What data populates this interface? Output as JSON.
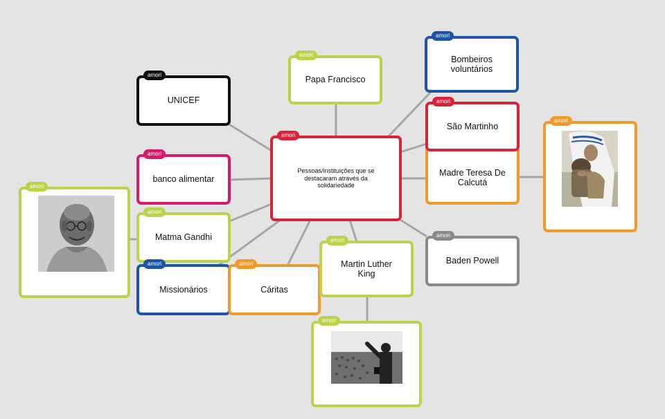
{
  "colors": {
    "red": "#d9233a",
    "lime": "#bcd24a",
    "black": "#111111",
    "blue": "#1d56a8",
    "orange": "#ef9a2a",
    "magenta": "#d8196e",
    "gray": "#8a8a8a",
    "connector": "#a6a6a6"
  },
  "badge_text": "amori",
  "center": {
    "text": "Pessoas/instituições que se destacaram através da solidariedade"
  },
  "nodes": {
    "papa_francisco": "Papa Francisco",
    "bombeiros": "Bombeiros voluntários",
    "unicef": "UNICEF",
    "sao_martinho": "São Martinho",
    "madre_teresa": "Madre Teresa De Calcutá",
    "banco_alimentar": "banco alimentar",
    "matma_gandhi": "Matma Gandhi",
    "missionarios": "Missionários",
    "caritas": "Cáritas",
    "martin_luther_king": "Martin Luther King",
    "baden_powell": "Baden Powell"
  },
  "images": {
    "gandhi": "gandhi-portrait-photo",
    "teresa": "mother-teresa-photo",
    "mlk": "mlk-speech-photo"
  }
}
